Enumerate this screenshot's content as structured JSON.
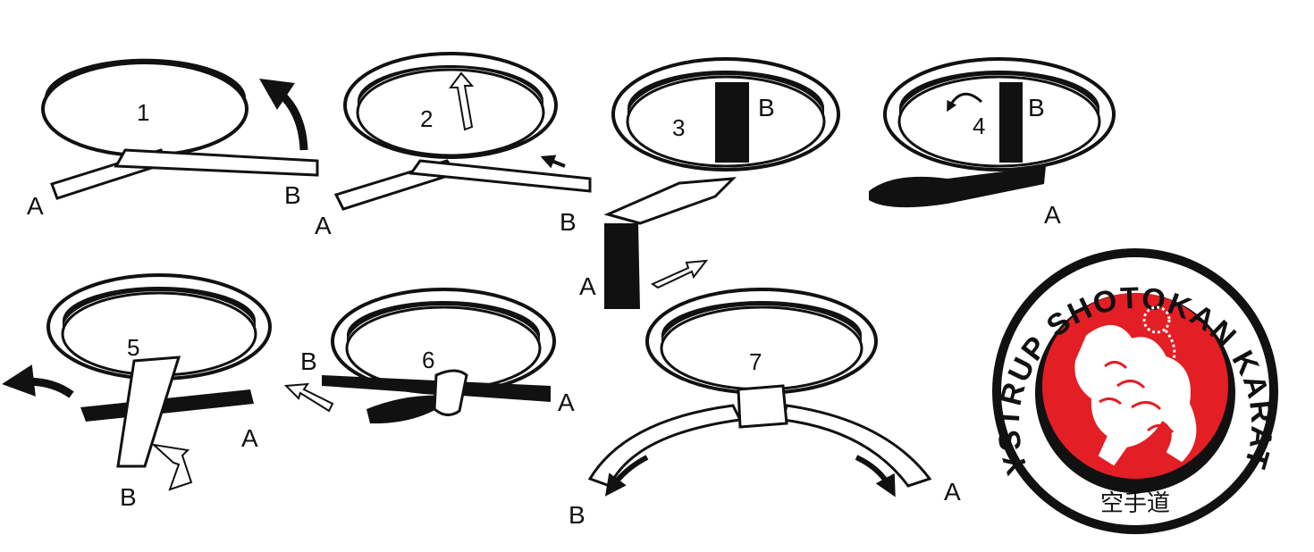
{
  "steps": [
    {
      "number": "1",
      "end_a": "A",
      "end_b": "B"
    },
    {
      "number": "2",
      "end_a": "A",
      "end_b": "B"
    },
    {
      "number": "3",
      "end_a": "A",
      "end_b": "B"
    },
    {
      "number": "4",
      "end_a": "A",
      "end_b": "B"
    },
    {
      "number": "5",
      "end_a": "A",
      "end_b": "B"
    },
    {
      "number": "6",
      "end_a": "A",
      "end_b": "B"
    },
    {
      "number": "7",
      "end_a": "A",
      "end_b": "B"
    }
  ],
  "logo": {
    "text": "LYSTRUP SHOTOKAN KARATE",
    "kanji": "空手道",
    "colors": {
      "ring": "#111111",
      "disc": "#e31e24",
      "tiger": "#ffffff"
    }
  },
  "colors": {
    "ink": "#111111",
    "belt_fill": "#ffffff"
  }
}
